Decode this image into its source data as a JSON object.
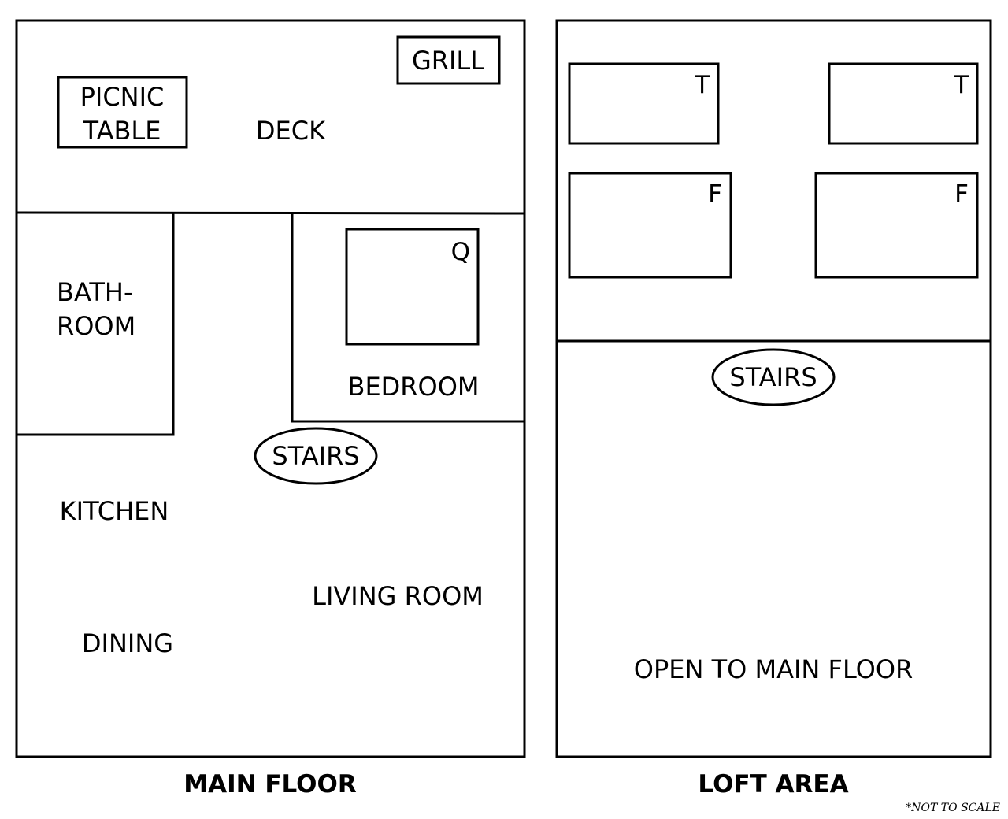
{
  "main_floor": {
    "caption": "MAIN FLOOR",
    "deck": "DECK",
    "grill": "GRILL",
    "picnic_table": [
      "PICNIC",
      "TABLE"
    ],
    "bathroom": [
      "BATH-",
      "ROOM"
    ],
    "bedroom": "BEDROOM",
    "bed_mark": "Q",
    "stairs": "STAIRS",
    "kitchen": "KITCHEN",
    "living_room": "LIVING ROOM",
    "dining": "DINING"
  },
  "loft_area": {
    "caption": "LOFT AREA",
    "beds": [
      {
        "mark": "T"
      },
      {
        "mark": "T"
      },
      {
        "mark": "F"
      },
      {
        "mark": "F"
      }
    ],
    "stairs": "STAIRS",
    "open_area": "OPEN TO MAIN FLOOR"
  },
  "footnote": "*NOT TO SCALE",
  "colors": {
    "line": "#000000",
    "background": "#ffffff"
  }
}
